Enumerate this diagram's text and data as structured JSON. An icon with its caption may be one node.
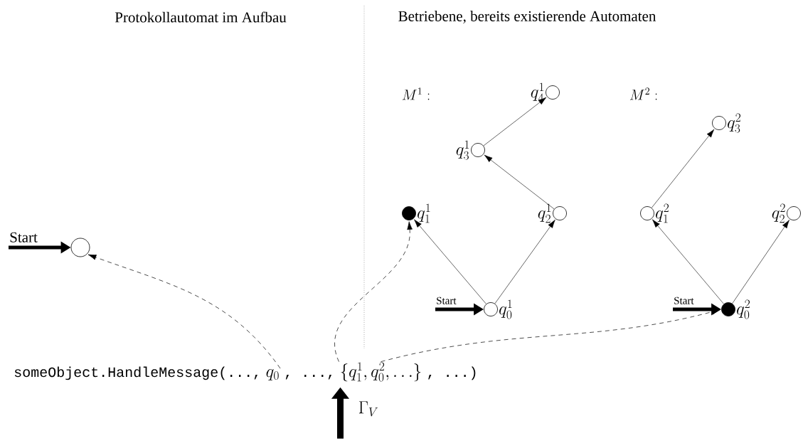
{
  "diagram": {
    "nodes": [
      {
        "text": [],
        "shape": "circle"
      },
      {
        "text": [],
        "shape": "circle",
        "beside": [
          "q_0^1"
        ]
      },
      {
        "text": [],
        "shape": "dot",
        "beside": [
          "q_1^1"
        ]
      },
      {
        "text": [],
        "shape": "circle",
        "beside": [
          "q_2^1"
        ]
      },
      {
        "text": [],
        "shape": "circle",
        "beside": [
          "q_3^1"
        ]
      },
      {
        "text": [],
        "shape": "circle",
        "beside": [
          "q_4^1"
        ]
      },
      {
        "text": [],
        "shape": "dot",
        "beside": [
          "q_0^2"
        ]
      },
      {
        "text": [],
        "shape": "circle",
        "beside": [
          "q_1^2"
        ]
      },
      {
        "text": [],
        "shape": "circle",
        "beside": [
          "q_2^2"
        ]
      },
      {
        "text": [],
        "shape": "circle",
        "beside": [
          "q_3^2"
        ]
      },
      {
        "text": [
          "q_0"
        ]
      },
      {
        "text": [
          "\\{q_1^1, q_0^2, \\ldots\\}"
        ]
      }
    ],
    "edges": [
      {
        "from": null,
        "to": 0,
        "arrow": "to",
        "label": "Start",
        "style": "thick"
      },
      {
        "from": null,
        "to": 1,
        "arrow": "to",
        "label": "Start",
        "style": "thick"
      },
      {
        "from": null,
        "to": 6,
        "arrow": "to",
        "label": "Start",
        "style": "thick"
      },
      {
        "from": 1,
        "to": 2,
        "arrow": "to"
      },
      {
        "from": 1,
        "to": 3,
        "arrow": "to"
      },
      {
        "from": 3,
        "to": 4,
        "arrow": "to"
      },
      {
        "from": 4,
        "to": 5,
        "arrow": "to"
      },
      {
        "from": 6,
        "to": 7,
        "arrow": "to"
      },
      {
        "from": 6,
        "to": 8,
        "arrow": "to"
      },
      {
        "from": 7,
        "to": 9,
        "arrow": "to"
      },
      {
        "from": 10,
        "to": 0,
        "arrow": "to",
        "style": "dashed"
      },
      {
        "from": 11,
        "to": 2,
        "arrow": "to",
        "style": "dashed"
      },
      {
        "from": 11,
        "to": 6,
        "arrow": "to",
        "style": "dashed"
      }
    ],
    "labels": [
      "Protokollautomat im Aufbau",
      "Betriebene, bereits existierende Automaten",
      "M^1 :",
      "M^2 :",
      "someObject.HandleMessage(...,",
      ", ...,",
      ", ...)",
      "\\Gamma_V"
    ]
  }
}
